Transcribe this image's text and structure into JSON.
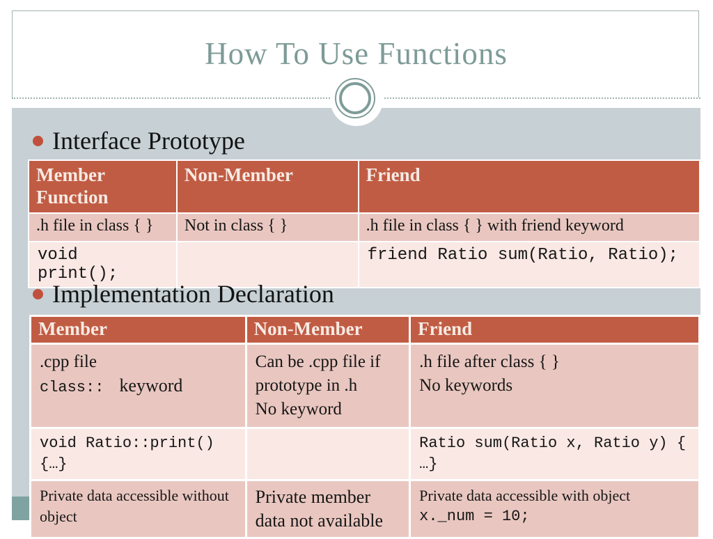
{
  "title": "How To Use Functions",
  "colors": {
    "title": "#7d9b97",
    "frame": "#a3b2b0",
    "dots": "#9bb0ad",
    "ring": "#7e9c98",
    "body": "#c7d0d4",
    "footer": "#7fa3a0",
    "bullet": "#c0503c",
    "accent": "#c15c44",
    "header-text": "#f6ebe4",
    "row-dark": "#e9c7c0",
    "row-light": "#f9e8e4"
  },
  "section1": {
    "heading": "Interface Prototype",
    "table": {
      "headers": {
        "c1": "Member Function",
        "c2": "Non-Member",
        "c3": "Friend"
      },
      "row1": {
        "c1": ".h file in class { }",
        "c2": "Not in class { }",
        "c3": ".h file in class { } with friend keyword"
      },
      "row2": {
        "c1": "void print();",
        "c2": "",
        "c3": "friend Ratio sum(Ratio, Ratio);"
      }
    }
  },
  "section2": {
    "heading": "Implementation Declaration",
    "table": {
      "headers": {
        "c1": "Member",
        "c2": "Non-Member",
        "c3": "Friend"
      },
      "row1": {
        "c1_line1": ".cpp file",
        "c1_code": "class::",
        "c1_keyword": "keyword",
        "c2_text": "Can be .cpp file if prototype in .h",
        "c2_line2": "No keyword",
        "c3_line1": ".h file after class { }",
        "c3_line2": "No keywords"
      },
      "row2": {
        "c1_line1": "void Ratio::print()",
        "c1_line2": "{…}",
        "c2": "",
        "c3_line1": "Ratio sum(Ratio x, Ratio y) {",
        "c3_line2": "…}"
      },
      "row3": {
        "c1": "Private data accessible without object",
        "c2": "Private member data not available",
        "c3_line1": "Private data accessible with object",
        "c3_code": "x._num = 10;"
      }
    }
  }
}
